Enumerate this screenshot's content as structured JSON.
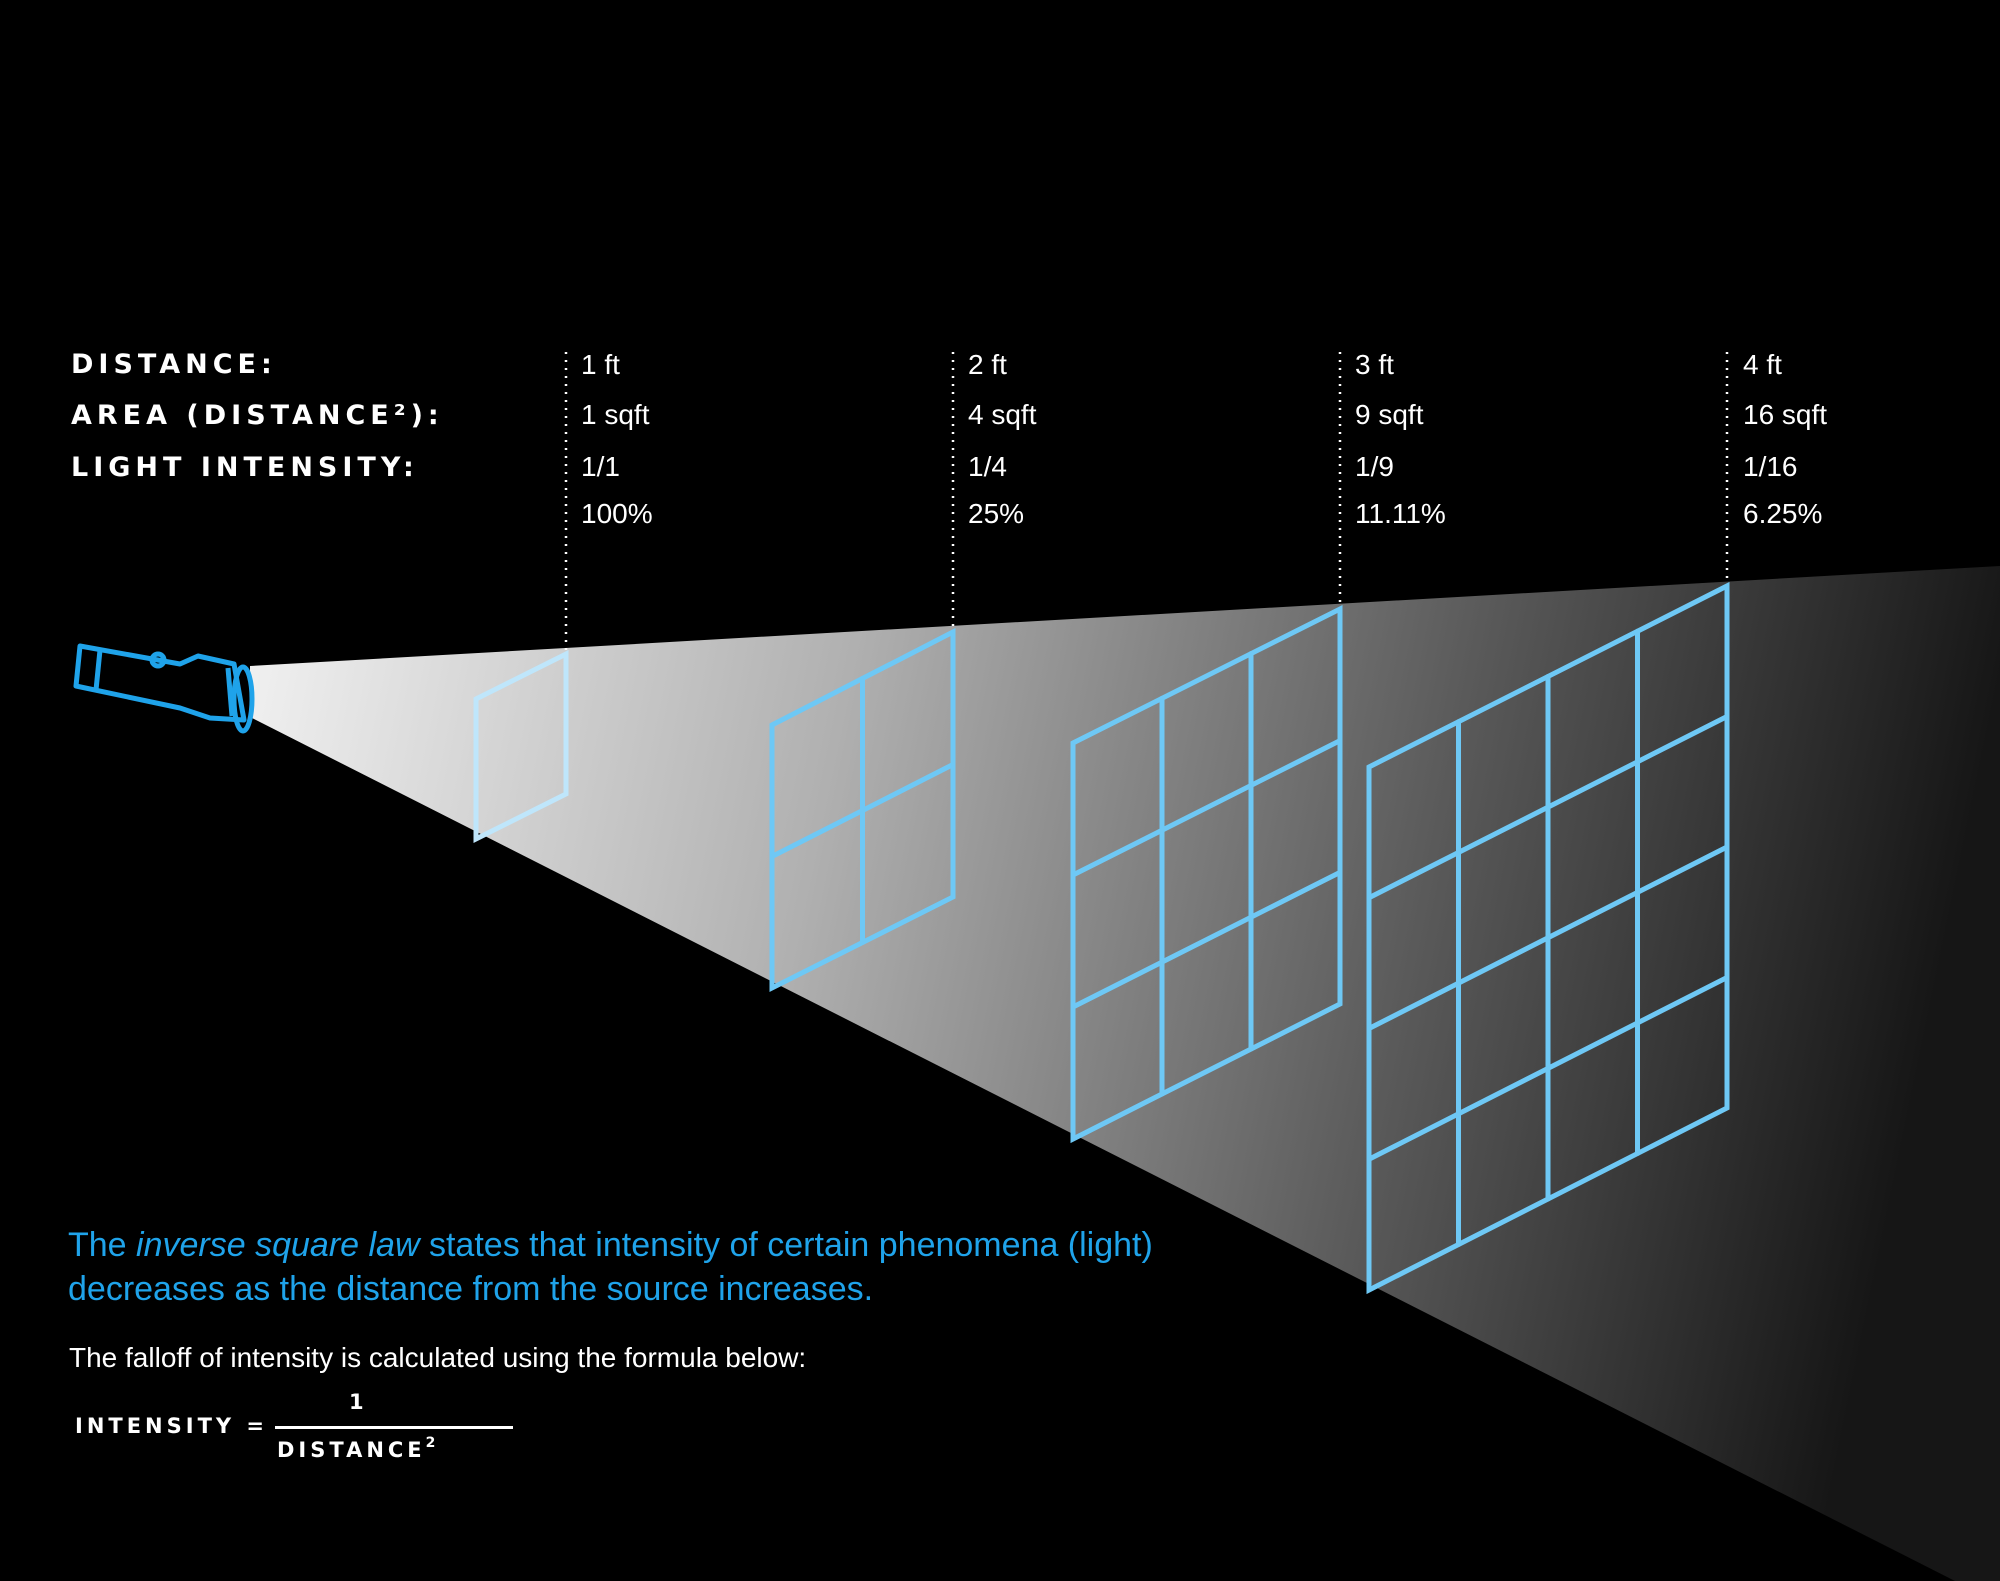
{
  "labels": {
    "distance": "DISTANCE:",
    "area": "AREA (DISTANCE²):",
    "intensity": "LIGHT INTENSITY:"
  },
  "columns": [
    {
      "distance": "1 ft",
      "area": "1 sqft",
      "fraction": "1/1",
      "percent": "100%",
      "grid": 1
    },
    {
      "distance": "2 ft",
      "area": "4 sqft",
      "fraction": "1/4",
      "percent": "25%",
      "grid": 2
    },
    {
      "distance": "3 ft",
      "area": "9 sqft",
      "fraction": "1/9",
      "percent": "11.11%",
      "grid": 3
    },
    {
      "distance": "4 ft",
      "area": "16 sqft",
      "fraction": "1/16",
      "percent": "6.25%",
      "grid": 4
    }
  ],
  "description": {
    "part1": "The ",
    "emphasis": "inverse square law",
    "part2": " states that intensity of certain phenomena (light) decreases as the distance from the source increases."
  },
  "note": "The falloff of intensity is calculated using the formula below:",
  "formula": {
    "lhs": "INTENSITY =",
    "numerator": "1",
    "denominator": "DISTANCE",
    "exponent": "2"
  },
  "icons": {
    "source": "flashlight-icon"
  },
  "colors": {
    "background": "#000000",
    "accent": "#1fa3ea",
    "grid_line": "#6ec8f5",
    "text": "#ffffff"
  }
}
